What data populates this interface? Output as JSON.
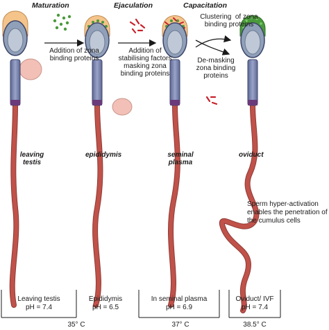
{
  "stages": {
    "maturation": "Maturation",
    "ejaculation": "Ejaculation",
    "capacitation": "Capacitation"
  },
  "steps": {
    "maturation": "Addition of zona\nbinding proteins",
    "ejaculation": "Addition of\nstabilising factors\nmasking zona\nbinding proteins",
    "capacitation_top": "Clustering  of zona\nbinding proteins",
    "capacitation_bottom": "De-masking\nzona binding\nproteins"
  },
  "locations": {
    "leaving_testis": "leaving\ntestis",
    "epididymis": "epididymis",
    "seminal_plasma": "seminal\nplasma",
    "oviduct": "oviduct"
  },
  "hyperactivation": "Sperm hyper-activation\nenables the penetration of\nthe cumulus cells",
  "conditions": [
    {
      "label": "Leaving testis",
      "ph": "pH = 7.4"
    },
    {
      "label": "Epididymis",
      "ph": "pH = 6.5"
    },
    {
      "label": "In seminal plasma",
      "ph": "pH = 6.9"
    },
    {
      "label": "Oviduct/ IVF",
      "ph": "pH = 7.4"
    }
  ],
  "temperatures": [
    "35° C",
    "37° C",
    "38.5° C"
  ],
  "colors": {
    "tail": "#c0524a",
    "tail_outline": "#8e3a35",
    "acrosome_green": "#4a9a3c",
    "acrosome_fill": "#f4c48a",
    "head": "#8fa0b8",
    "nucleus": "#bfc8d6",
    "midpiece": "#7d87b0",
    "cytoplasm": "#f2c0b6",
    "stabiliser_red": "#c8202a"
  }
}
